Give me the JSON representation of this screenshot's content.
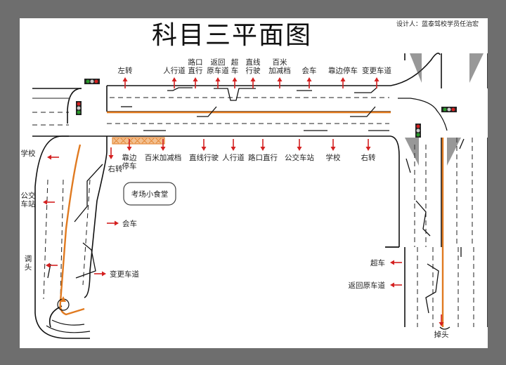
{
  "title": "科目三平面图",
  "credit": "设计人：蓝泰驾校学员任治宏",
  "canteen_label": "考场小食堂",
  "top_markers": [
    {
      "id": "left-turn",
      "lines": [
        "左转"
      ]
    },
    {
      "id": "crosswalk-top",
      "lines": [
        "人行道"
      ]
    },
    {
      "id": "intersection-straight-top",
      "lines": [
        "路口",
        "直行"
      ]
    },
    {
      "id": "return-lane-top",
      "lines": [
        "返回",
        "原车道"
      ]
    },
    {
      "id": "overtake-top",
      "lines": [
        "超",
        "车"
      ]
    },
    {
      "id": "straight-drive-top",
      "lines": [
        "直线",
        "行驶"
      ]
    },
    {
      "id": "hundred-m-top",
      "lines": [
        "百米",
        "加减档"
      ]
    },
    {
      "id": "meeting-top",
      "lines": [
        "会车"
      ]
    },
    {
      "id": "roadside-parking-top",
      "lines": [
        "靠边停车"
      ]
    },
    {
      "id": "lane-change-top",
      "lines": [
        "变更车道"
      ]
    }
  ],
  "bottom_markers": [
    {
      "id": "roadside-parking-mid",
      "lines": [
        "靠边",
        "停车"
      ]
    },
    {
      "id": "hundred-m-mid",
      "lines": [
        "百米加减档"
      ]
    },
    {
      "id": "straight-drive-mid",
      "lines": [
        "直线行驶"
      ]
    },
    {
      "id": "crosswalk-mid",
      "lines": [
        "人行道"
      ]
    },
    {
      "id": "intersection-straight-mid",
      "lines": [
        "路口直行"
      ]
    },
    {
      "id": "bus-stop-mid",
      "lines": [
        "公交车站"
      ]
    },
    {
      "id": "school-mid",
      "lines": [
        "学校"
      ]
    },
    {
      "id": "right-turn-mid",
      "lines": [
        "右转"
      ]
    }
  ],
  "left_markers": [
    {
      "id": "school-left",
      "lines": [
        "学校"
      ]
    },
    {
      "id": "bus-stop-left",
      "lines": [
        "公交",
        "车站"
      ]
    },
    {
      "id": "u-turn-left",
      "lines": [
        "调",
        "头"
      ]
    }
  ],
  "inner_markers": [
    {
      "id": "right-turn-left",
      "lines": [
        "右转"
      ]
    },
    {
      "id": "meeting-left",
      "lines": [
        "会车"
      ]
    },
    {
      "id": "lane-change-left",
      "lines": [
        "变更车道"
      ]
    }
  ],
  "right_markers": [
    {
      "id": "overtake-right",
      "lines": [
        "超车"
      ]
    },
    {
      "id": "return-lane-right",
      "lines": [
        "返回原车道"
      ]
    },
    {
      "id": "u-turn-bottom",
      "lines": [
        "掉头"
      ]
    }
  ],
  "colors": {
    "background": "#6e6e6e",
    "paper": "#ffffff",
    "marker_red": "#d42020",
    "center_line_orange": "#e07a20",
    "signal_green": "#2a9a2a",
    "signal_red": "#d42020"
  }
}
